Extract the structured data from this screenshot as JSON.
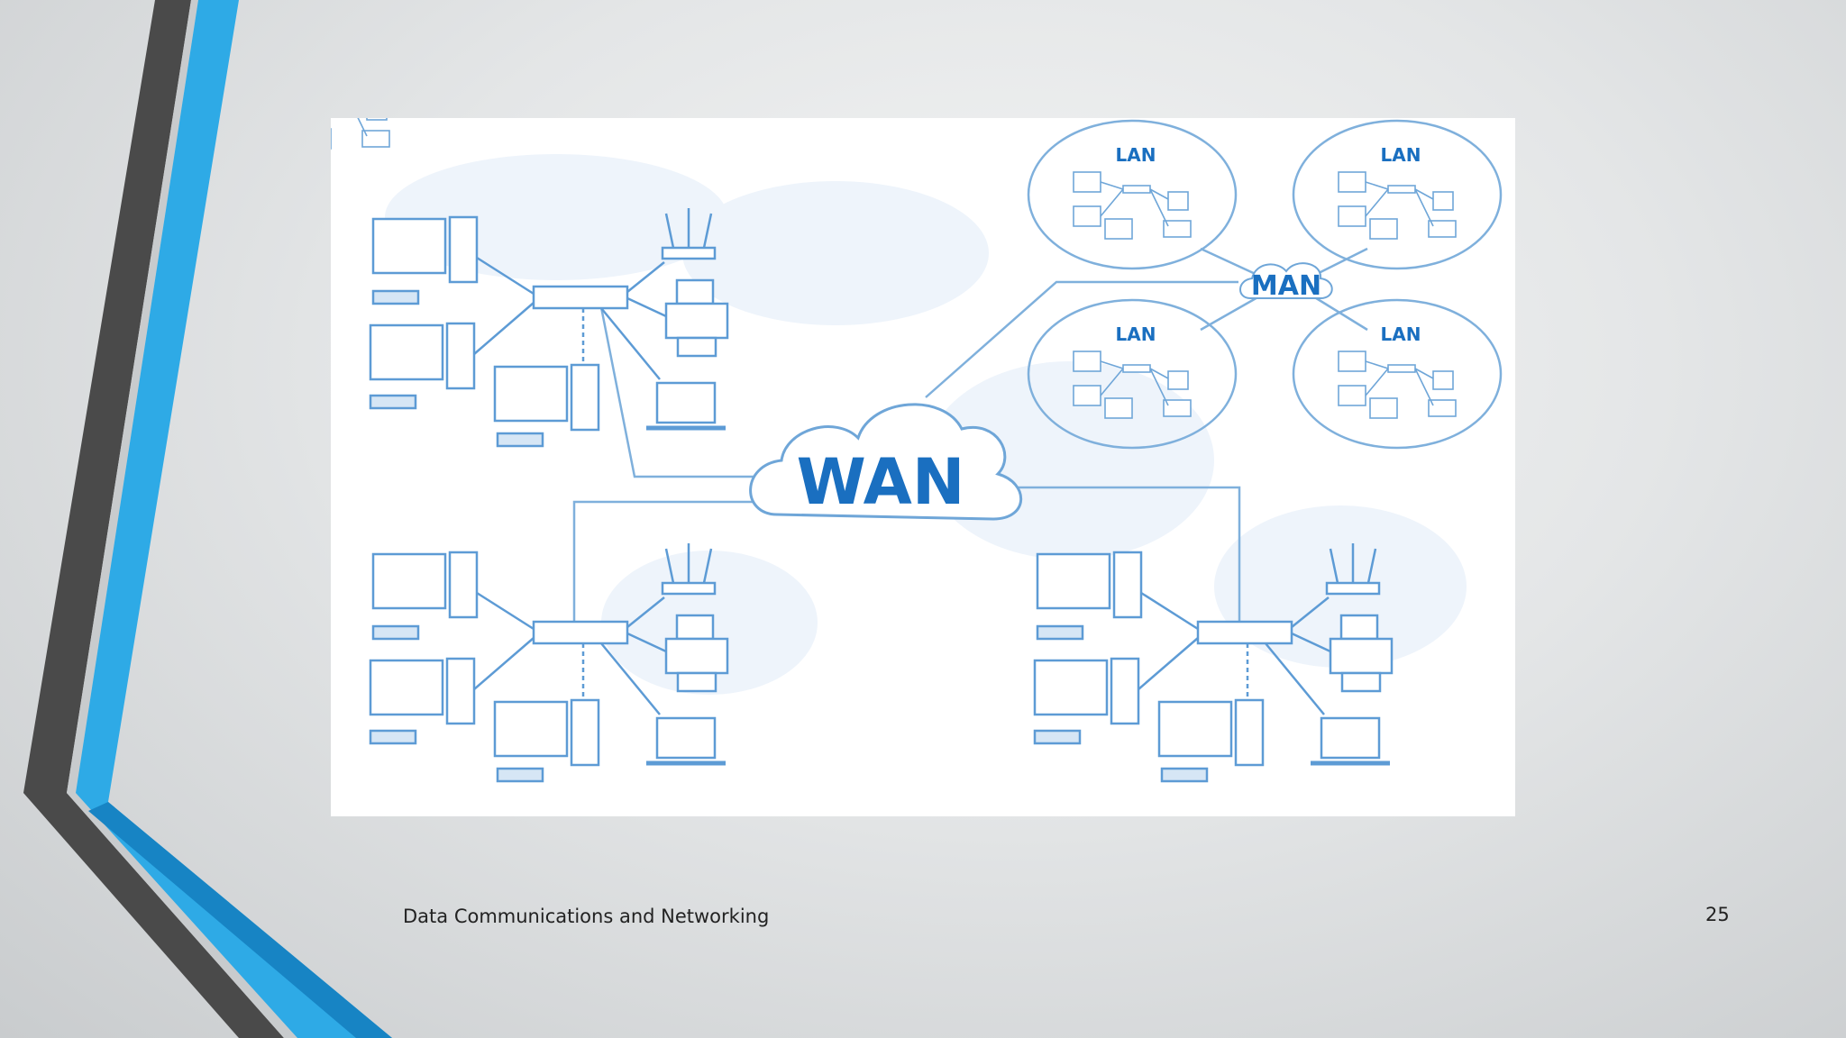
{
  "diagram": {
    "center_label": "WAN",
    "metro_label": "MAN",
    "lan_labels": [
      "LAN",
      "LAN",
      "LAN",
      "LAN"
    ]
  },
  "footer": {
    "text": "Data Communications and Networking"
  },
  "page": {
    "number": "25"
  },
  "colors": {
    "accent_blue": "#2eaae6",
    "dark_band": "#4a4a4a",
    "diagram_blue": "#1a6fc0",
    "line_blue": "#7fb0dc"
  }
}
